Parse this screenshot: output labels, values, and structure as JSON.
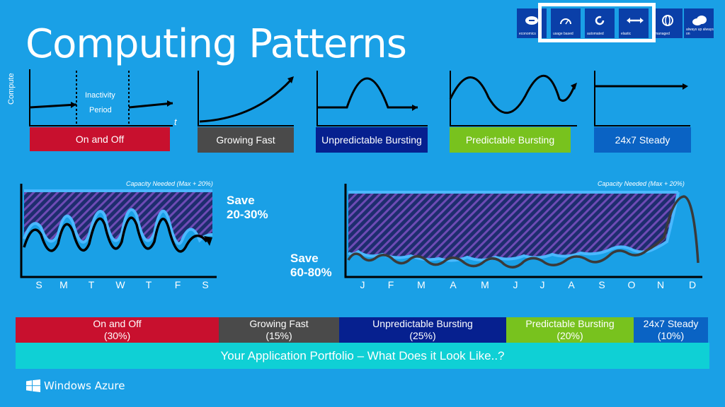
{
  "title": "Computing Patterns",
  "tiles": [
    {
      "label": "economics"
    },
    {
      "label": "usage based"
    },
    {
      "label": "automated"
    },
    {
      "label": "elastic"
    },
    {
      "label": "managed"
    },
    {
      "label": "always up always on"
    }
  ],
  "patterns": {
    "compute_label": "Compute",
    "t_label": "t",
    "inactivity": "Inactivity",
    "period": "Period",
    "items": [
      {
        "label": "On and Off",
        "color": "#c8102e"
      },
      {
        "label": "Growing Fast",
        "color": "#4a4a4a"
      },
      {
        "label": "Unpredictable Bursting",
        "color": "#06208f"
      },
      {
        "label": "Predictable Bursting",
        "color": "#78c21e"
      },
      {
        "label": "24x7 Steady",
        "color": "#0a63c4"
      }
    ]
  },
  "left_chart": {
    "capacity": "Capacity Needed (Max + 20%)",
    "save_line1": "Save",
    "save_line2": "20-30%",
    "days": [
      "S",
      "M",
      "T",
      "W",
      "T",
      "F",
      "S"
    ]
  },
  "right_chart": {
    "capacity": "Capacity Needed (Max + 20%)",
    "save_line1": "Save",
    "save_line2": "60-80%",
    "months": [
      "J",
      "F",
      "M",
      "A",
      "M",
      "J",
      "J",
      "A",
      "S",
      "O",
      "N",
      "D"
    ]
  },
  "portfolio": {
    "segments": [
      {
        "name": "On and Off",
        "pct": "(30%)",
        "share": 30,
        "color": "#c8102e"
      },
      {
        "name": "Growing Fast",
        "pct": "(15%)",
        "share": 15,
        "color": "#4a4a4a"
      },
      {
        "name": "Unpredictable Bursting",
        "pct": "(25%)",
        "share": 25,
        "color": "#06208f"
      },
      {
        "name": "Predictable Bursting",
        "pct": "(20%)",
        "share": 20,
        "color": "#78c21e"
      },
      {
        "name": "24x7 Steady",
        "pct": "(10%)",
        "share": 10,
        "color": "#0a63c4"
      }
    ],
    "question": "Your Application Portfolio – What Does it Look Like..?"
  },
  "footer": {
    "brand": "Windows Azure"
  }
}
